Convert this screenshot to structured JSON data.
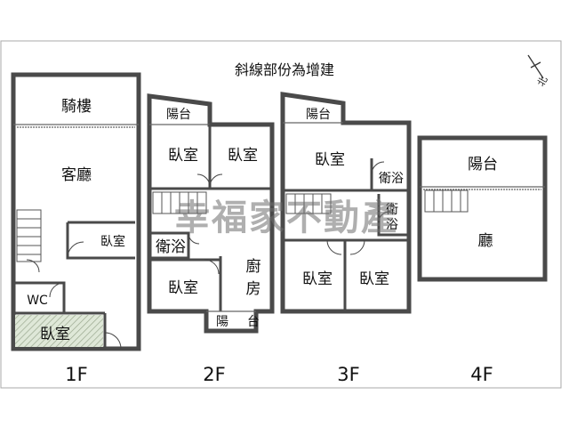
{
  "title": "斜線部份為增建",
  "watermark": "幸福家不動產",
  "north_label": "北",
  "floors": {
    "f1": {
      "label": "1F",
      "rooms": {
        "arcade": "騎樓",
        "living": "客廳",
        "bedroom": "臥室",
        "wc": "WC",
        "bedroom_annex": "臥室"
      }
    },
    "f2": {
      "label": "2F",
      "rooms": {
        "balcony_top": "陽台",
        "bedroom_left": "臥室",
        "bedroom_right": "臥室",
        "bath": "衛浴",
        "bedroom_bottom": "臥室",
        "kitchen_1": "廚",
        "kitchen_2": "房",
        "balcony_bottom_1": "陽",
        "balcony_bottom_2": "台"
      }
    },
    "f3": {
      "label": "3F",
      "rooms": {
        "balcony_top": "陽台",
        "bedroom_top": "臥室",
        "bath_top": "衛浴",
        "bath_mid_1": "衛",
        "bath_mid_2": "浴",
        "bedroom_bottom_left": "臥室",
        "bedroom_bottom_right": "臥室"
      }
    },
    "f4": {
      "label": "4F",
      "rooms": {
        "balcony": "陽台",
        "hall": "廳"
      }
    }
  },
  "colors": {
    "wall": "#4a4a4a",
    "annex_fill": "#dfe8d8",
    "annex_hatch": "#9aa88f",
    "watermark": "#6f6f6f"
  }
}
